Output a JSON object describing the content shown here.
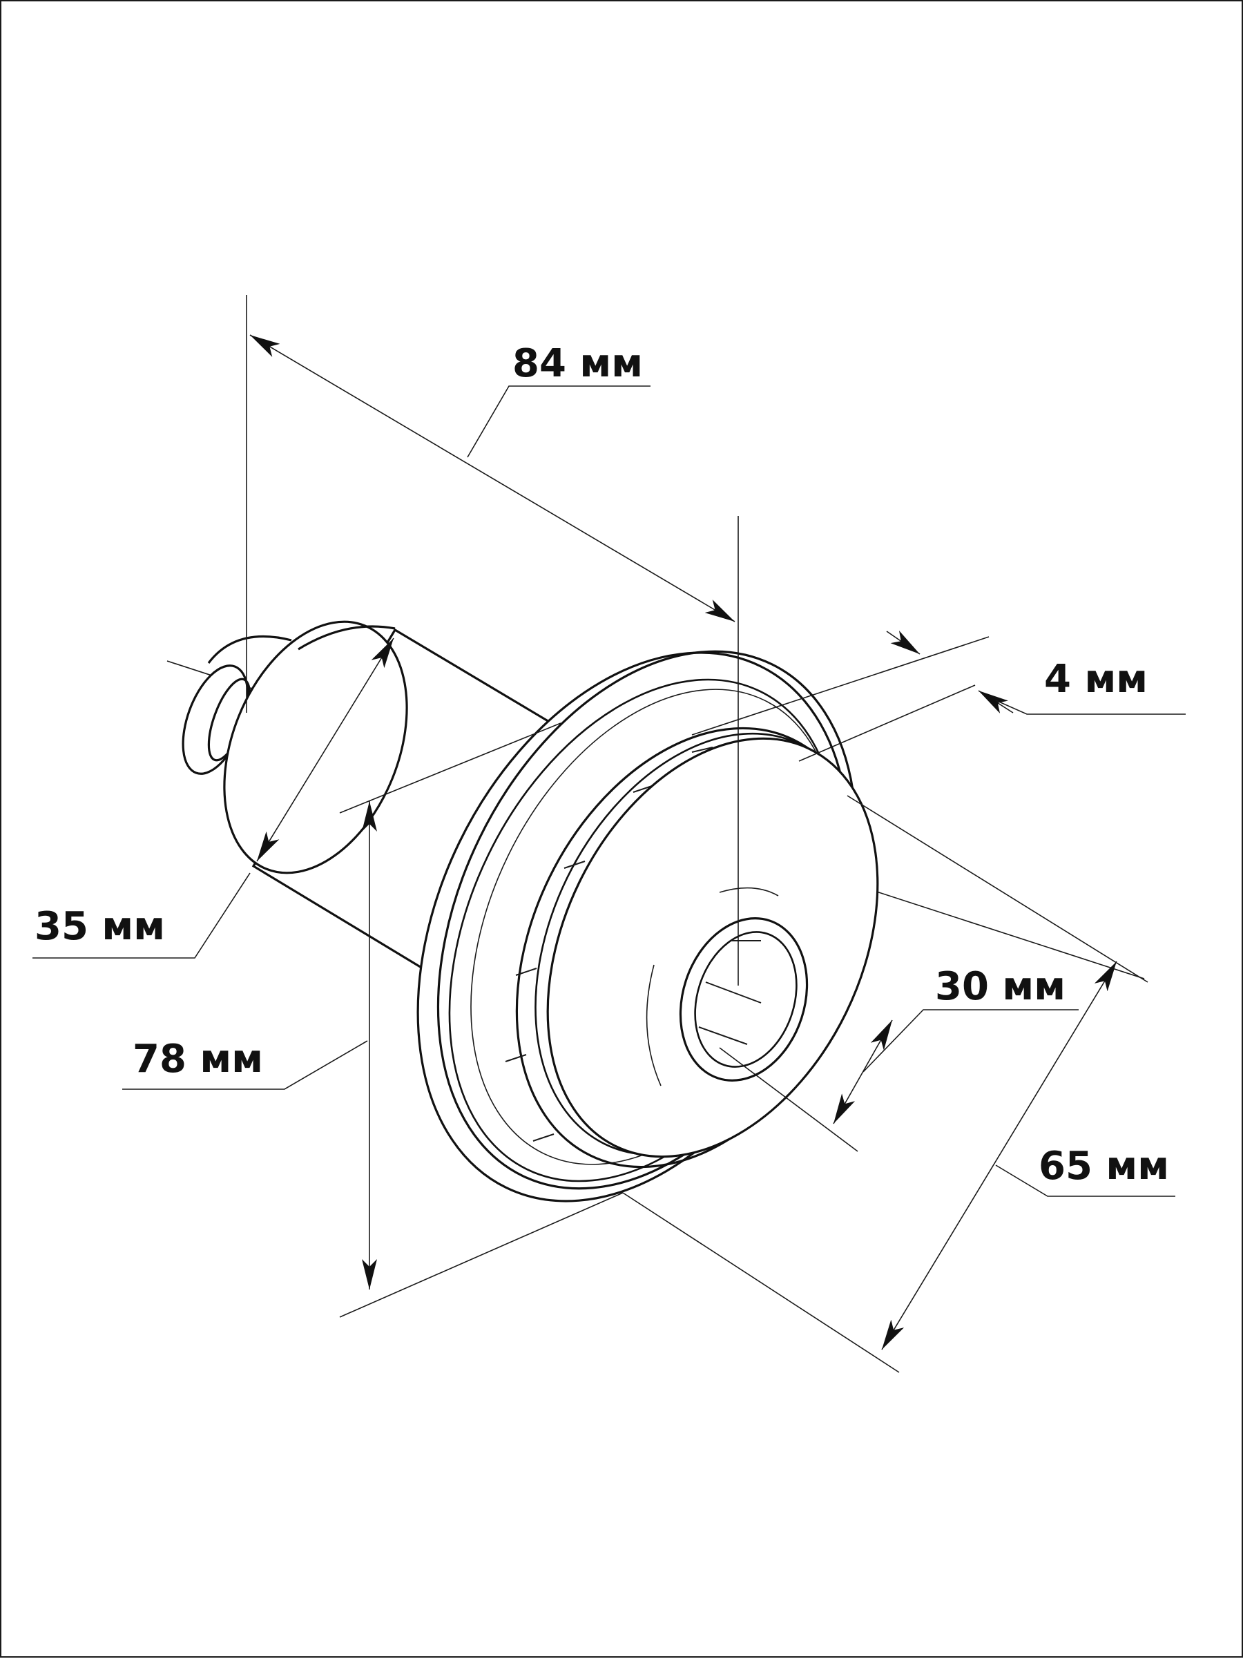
{
  "dimensions": {
    "length": "84 мм",
    "flange_thickness": "4 мм",
    "shaft_diameter": "35 мм",
    "bore_diameter": "30 мм",
    "flange_diameter": "78 мм",
    "cap_diameter": "65 мм"
  }
}
